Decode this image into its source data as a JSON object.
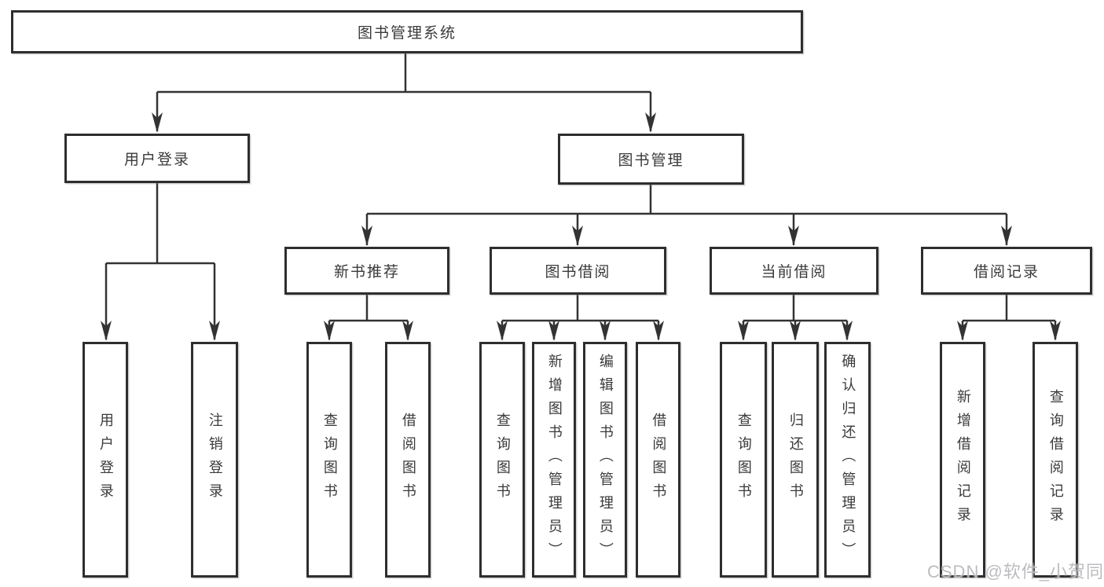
{
  "diagram": {
    "root": {
      "label": "图书管理系统"
    },
    "level2": {
      "user_login": {
        "label": "用户登录"
      },
      "book_mgmt": {
        "label": "图书管理"
      }
    },
    "level3": {
      "new_book_rec": {
        "label": "新书推荐"
      },
      "book_borrow": {
        "label": "图书借阅"
      },
      "current_borrow": {
        "label": "当前借阅"
      },
      "borrow_records": {
        "label": "借阅记录"
      }
    },
    "leaves": {
      "user_login": {
        "label": "用户登录"
      },
      "logout": {
        "label": "注销登录"
      },
      "query_book_rec": {
        "label": "查询图书"
      },
      "borrow_book_rec": {
        "label": "借阅图书"
      },
      "query_book_borrow": {
        "label": "查询图书"
      },
      "add_book": {
        "label": "新增图书（管理员）"
      },
      "edit_book": {
        "label": "编辑图书（管理员）"
      },
      "borrow_book": {
        "label": "借阅图书"
      },
      "query_book_current": {
        "label": "查询图书"
      },
      "return_book": {
        "label": "归还图书"
      },
      "confirm_return": {
        "label": "确认归还（管理员）"
      },
      "add_borrow_record": {
        "label": "新增借阅记录"
      },
      "query_borrow_record": {
        "label": "查询借阅记录"
      }
    },
    "watermark": {
      "text": "CSDN @软件_小贺同学"
    },
    "colors": {
      "line": "#333333",
      "border": "#2e2e2e",
      "text": "#3a3a3a",
      "background": "#ffffff",
      "watermark": "#b9b9bd"
    }
  }
}
